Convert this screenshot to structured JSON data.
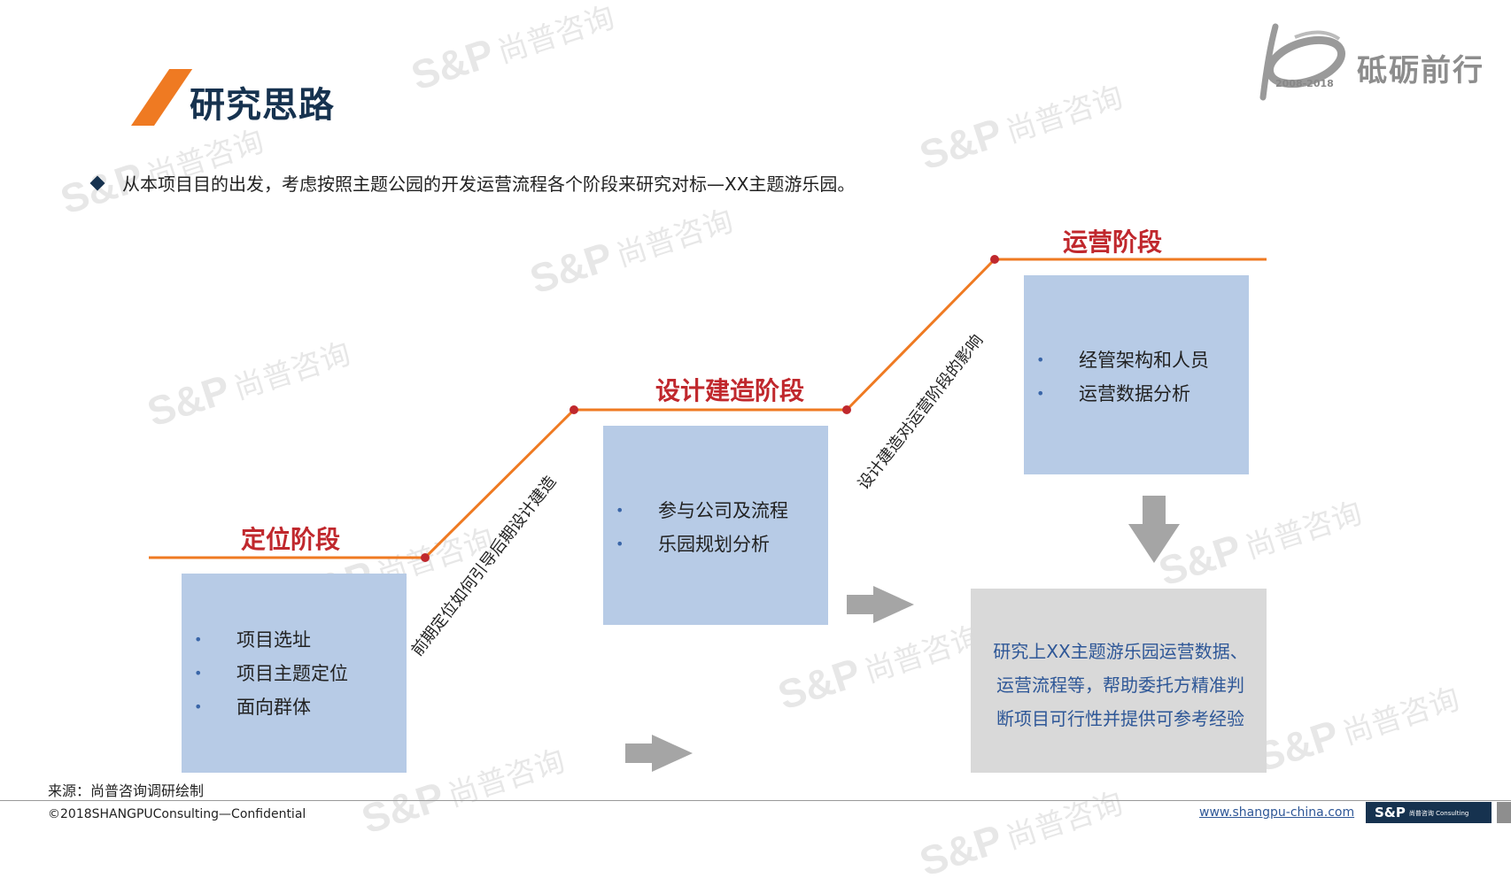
{
  "watermark": {
    "brand": "S&P",
    "cn": "尚普咨询"
  },
  "header": {
    "title": "研究思路",
    "intro": "从本项目目的出发，考虑按照主题公园的开发运营流程各个阶段来研究对标—XX主题游乐园。"
  },
  "logo": {
    "text": "砥砺前行",
    "years": "2008-2018"
  },
  "stages": [
    {
      "title": "定位阶段",
      "items": [
        "项目选址",
        "项目主题定位",
        "面向群体"
      ]
    },
    {
      "title": "设计建造阶段",
      "items": [
        "参与公司及流程",
        "乐园规划分析"
      ]
    },
    {
      "title": "运营阶段",
      "items": [
        "经管架构和人员",
        "运营数据分析"
      ]
    }
  ],
  "transitions": [
    "前期定位如何引导后期设计建造",
    "设计建造对运营阶段的影响"
  ],
  "result": {
    "lines": [
      "研究上XX主题游乐园运营数据、",
      "运营流程等，帮助委托方精准判",
      "断项目可行性并提供可参考经验"
    ]
  },
  "footer": {
    "source": "来源：尚普咨询调研绘制",
    "copyright": "©2018SHANGPUConsulting—Confidential",
    "url": "www.shangpu-china.com",
    "badge": "S&P",
    "badge_sub": "尚普咨询 Consulting"
  },
  "colors": {
    "accent": "#ef7a22",
    "stage_title": "#c0282d",
    "box": "#b7cbe6",
    "result_box": "#d9d9d9",
    "navy": "#16324f",
    "arrow": "#a5a5a5"
  }
}
